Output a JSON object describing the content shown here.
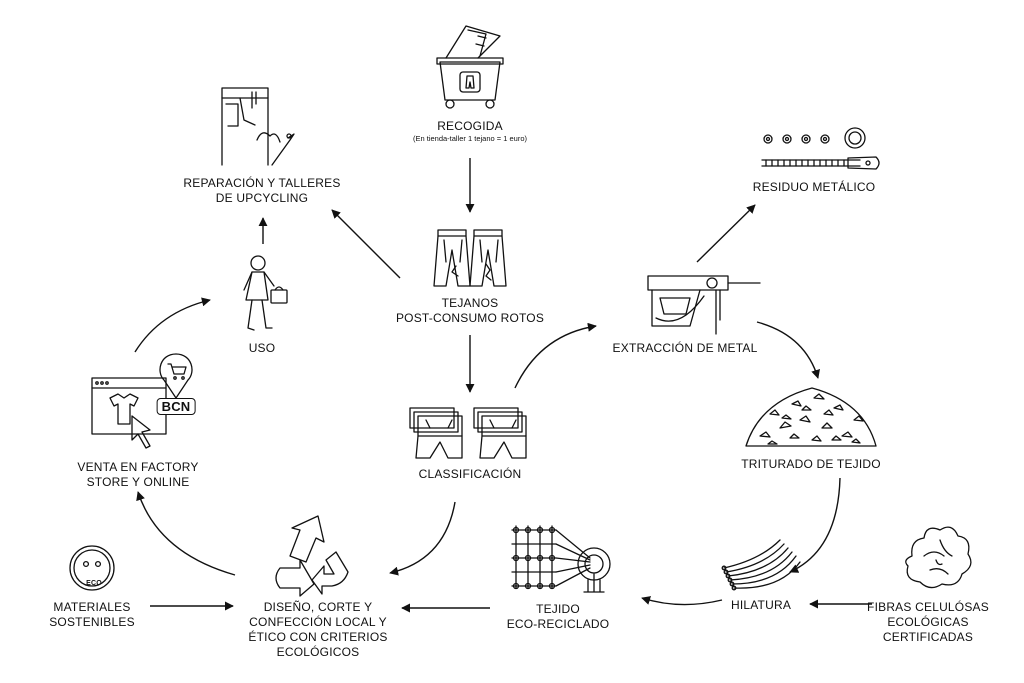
{
  "nodes": {
    "recogida": {
      "title": "RECOGIDA",
      "note": "(En tienda-taller 1 tejano = 1 euro)"
    },
    "reparacion": {
      "line1": "REPARACIÓN Y TALLERES",
      "line2": "DE UPCYCLING"
    },
    "residuo": {
      "line1": "RESIDUO METÁLICO"
    },
    "tejanos": {
      "line1": "TEJANOS",
      "line2": "POST-CONSUMO ROTOS"
    },
    "uso": {
      "line1": "USO"
    },
    "extraccion": {
      "line1": "EXTRACCIÓN DE METAL"
    },
    "venta": {
      "line1": "VENTA EN FACTORY",
      "line2": "STORE Y ONLINE",
      "badge": "BCN"
    },
    "classificacion": {
      "line1": "CLASSIFICACIÓN"
    },
    "triturado": {
      "line1": "TRITURADO DE TEJIDO"
    },
    "materiales": {
      "line1": "MATERIALES",
      "line2": "SOSTENIBLES",
      "badge": "ECO"
    },
    "diseno": {
      "line1": "DISEÑO, CORTE Y",
      "line2": "CONFECCIÓN LOCAL Y",
      "line3": "ÉTICO CON CRITERIOS",
      "line4": "ECOLÓGICOS"
    },
    "tejido": {
      "line1": "TEJIDO",
      "line2": "ECO-RECICLADO"
    },
    "hilatura": {
      "line1": "HILATURA"
    },
    "fibras": {
      "line1": "FIBRAS CELULÓSAS",
      "line2": "ECOLÓGICAS",
      "line3": "CERTIFICADAS"
    }
  },
  "colors": {
    "ink": "#111111",
    "background": "#ffffff"
  }
}
